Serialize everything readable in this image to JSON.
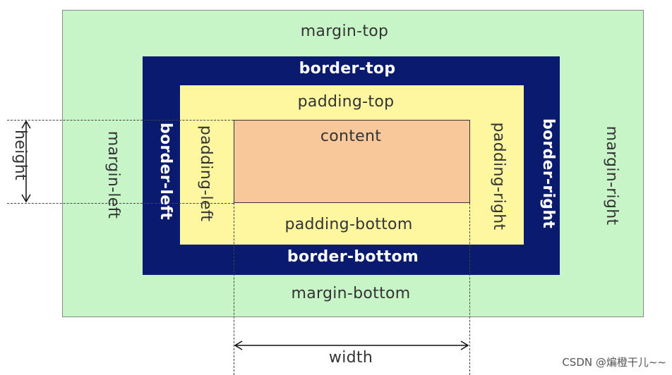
{
  "labels": {
    "margin_top": "margin-top",
    "margin_bottom": "margin-bottom",
    "margin_left": "margin-left",
    "margin_right": "margin-right",
    "border_top": "border-top",
    "border_bottom": "border-bottom",
    "border_left": "border-left",
    "border_right": "border-right",
    "padding_top": "padding-top",
    "padding_bottom": "padding-bottom",
    "padding_left": "padding-left",
    "padding_right": "padding-right",
    "content": "content",
    "height": "height",
    "width": "width"
  },
  "watermark": "CSDN @煸橙干儿~~",
  "colors": {
    "margin": "#c8f5c8",
    "border": "#0a1a6e",
    "padding": "#fff7a0",
    "content": "#f8c79a"
  }
}
